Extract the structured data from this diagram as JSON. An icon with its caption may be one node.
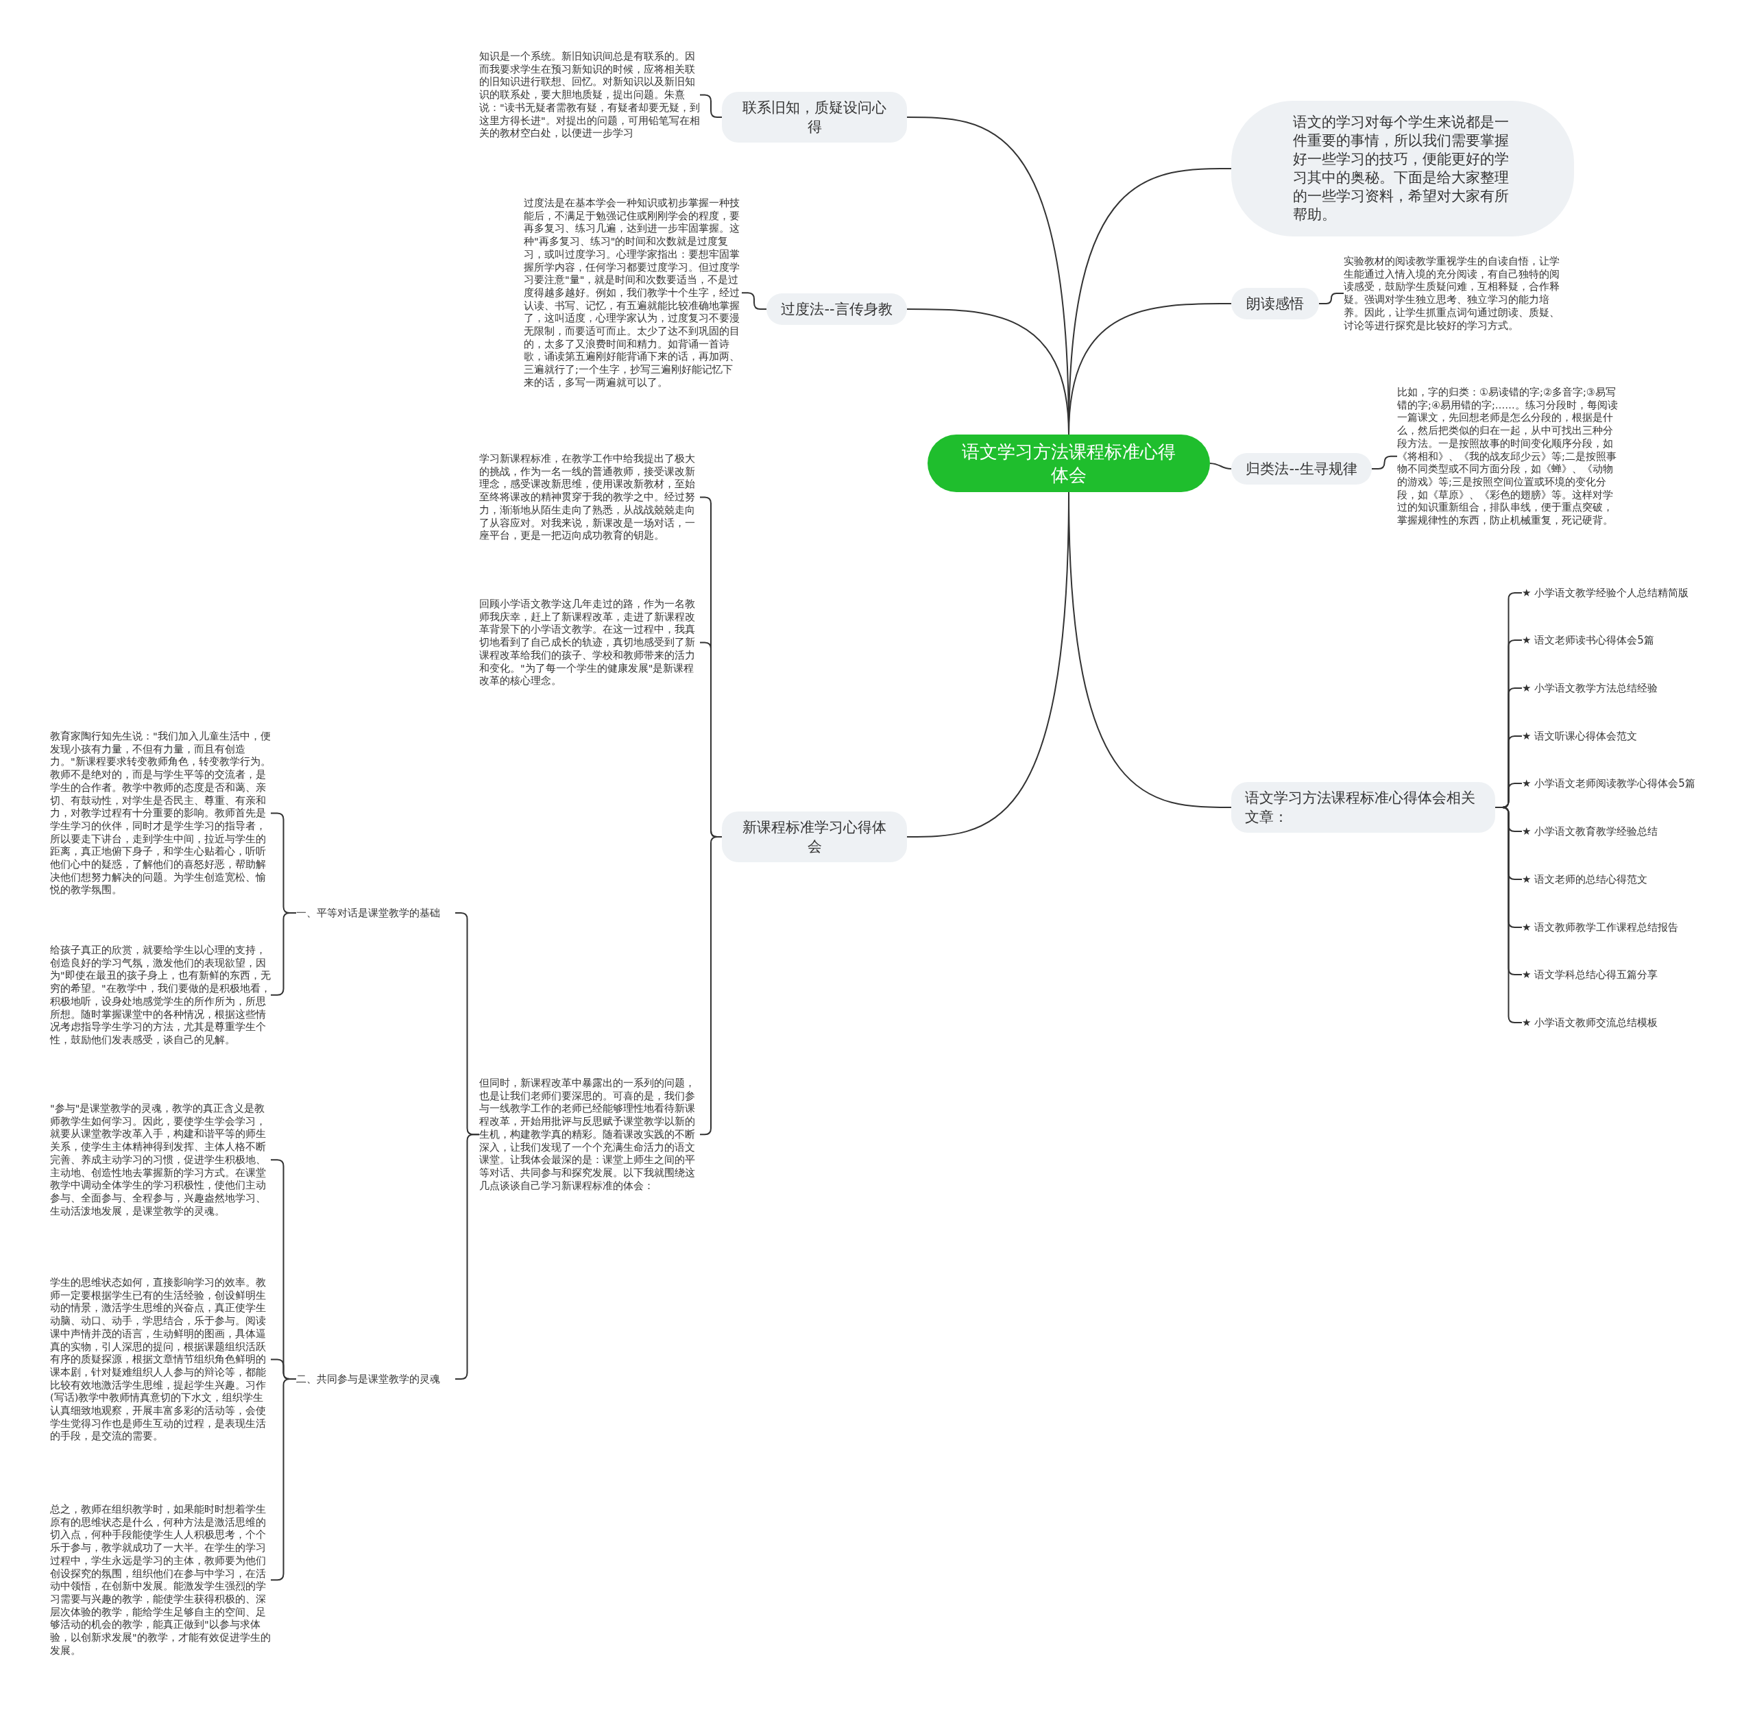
{
  "diagram": {
    "nodes": [
      {
        "text": [
          "语文学习方法课程标准心得体会"
        ]
      },
      {
        "text": [
          "联系旧知，质疑设问心得"
        ]
      },
      {
        "text": [
          "知识是一个系统。新旧知识间总是有联系的。因而我要求学生在预习新知识的时候，应将相关联的旧知识进行联想、回忆。对新知识以及新旧知识的联系处，要大胆地质疑，提出问题。朱熹说：\"读书无疑者需教有疑，有疑者却要无疑，到这里方得长进\"。对提出的问题，可用铅笔写在相关的教材空白处，以便进一步学习"
        ]
      },
      {
        "text": [
          "过度法--言传身教"
        ]
      },
      {
        "text": [
          "过度法是在基本学会一种知识或初步掌握一种技能后，不满足于勉强记住或刚刚学会的程度，要再多复习、练习几遍，达到进一步牢固掌握。这种\"再多复习、练习\"的时间和次数就是过度复习，或叫过度学习。心理学家指出：要想牢固掌握所学内容，任何学习都要过度学习。但过度学习要注意\"量\"，就是时间和次数要适当，不是过度得越多越好。例如，我们教学十个生字，经过认读、书写、记忆，有五遍就能比较准确地掌握了，这叫适度，心理学家认为，过度复习不要漫无限制，而要适可而止。太少了达不到巩固的目的，太多了又浪费时间和精力。如背诵一首诗歌，诵读第五遍刚好能背诵下来的话，再加两、三遍就行了;一个生字，抄写三遍刚好能记忆下来的话，多写一两遍就可以了。"
        ]
      },
      {
        "text": [
          "新课程标准学习心得体会"
        ]
      },
      {
        "text": [
          "学习新课程标准，在教学工作中给我提出了极大的挑战，作为一名一线的普通教师，接受课改新理念，感受课改新思维，使用课改新教材，至始至终将课改的精神贯穿于我的教学之中。经过努力，渐渐地从陌生走向了熟悉，从战战兢兢走向了从容应对。对我来说，新课改是一场对话，一座平台，更是一把迈向成功教育的钥匙。"
        ]
      },
      {
        "text": [
          "回顾小学语文教学这几年走过的路，作为一名教师我庆幸，赶上了新课程改革，走进了新课程改革背景下的小学语文教学。在这一过程中，我真切地看到了自己成长的轨迹，真切地感受到了新课程改革给我们的孩子、学校和教师带来的活力和变化。\"为了每一个学生的健康发展\"是新课程改革的核心理念。"
        ]
      },
      {
        "text": [
          "一、平等对话是课堂教学的基础"
        ]
      },
      {
        "text": [
          "教育家陶行知先生说：\"我们加入儿童生活中，便发现小孩有力量，不但有力量，而且有创造力。\"新课程要求转变教师角色，转变教学行为。教师不是绝对的，而是与学生平等的交流者，是学生的合作者。教学中教师的态度是否和蔼、亲切、有鼓动性，对学生是否民主、尊重、有亲和力，对教学过程有十分重要的影响。教师首先是学生学习的伙伴，同时才是学生学习的指导者，所以要走下讲台，走到学生中间，拉近与学生的距离，真正地俯下身子，和学生心贴着心，听听他们心中的疑惑，了解他们的喜怒好恶，帮助解决他们想努力解决的问题。为学生创造宽松、愉悦的教学氛围。"
        ]
      },
      {
        "text": [
          "给孩子真正的欣赏，就要给学生以心理的支持，创造良好的学习气氛，激发他们的表现欲望，因为\"即使在最丑的孩子身上，也有新鲜的东西，无穷的希望。\"在教学中，我们要做的是积极地看，积极地听，设身处地感觉学生的所作所为，所思所想。随时掌握课堂中的各种情况，根据这些情况考虑指导学生学习的方法，尤其是尊重学生个性，鼓励他们发表感受，谈自己的见解。"
        ]
      },
      {
        "text": [
          "二、共同参与是课堂教学的灵魂"
        ]
      },
      {
        "text": [
          "\"参与\"是课堂教学的灵魂，教学的真正含义是教师教学生如何学习。因此，要使学生学会学习，就要从课堂教学改革入手，构建和谐平等的师生关系，使学生主体精神得到发挥、主体人格不断完善、养成主动学习的习惯，促进学生积极地、主动地、创造性地去掌握新的学习方式。在课堂教学中调动全体学生的学习积极性，使他们主动参与、全面参与、全程参与，兴趣盎然地学习、生动活泼地发展，是课堂教学的灵魂。"
        ]
      },
      {
        "text": [
          "学生的思维状态如何，直接影响学习的效率。教师一定要根据学生已有的生活经验，创设鲜明生动的情景，激活学生思维的兴奋点，真正使学生动脑、动口、动手，学思结合，乐于参与。阅读课中声情并茂的语言，生动鲜明的图画，具体逼真的实物，引人深思的提问，根据课题组织活跃有序的质疑探源，根据文章情节组织角色鲜明的课本剧，针对疑难组织人人参与的辩论等，都能比较有效地激活学生思维，提起学生兴趣。习作(写话)教学中教师情真意切的下水文，组织学生认真细致地观察，开展丰富多彩的活动等，会使学生觉得习作也是师生互动的过程，是表现生活的手段，是交流的需要。"
        ]
      },
      {
        "text": [
          "总之，教师在组织教学时，如果能时时想着学生原有的思维状态是什么，何种方法是激活思维的切入点，何种手段能使学生人人积极思考，个个乐于参与，教学就成功了一大半。在学生的学习过程中，学生永远是学习的主体，教师要为他们创设探究的氛围，组织他们在参与中学习，在活动中领悟，在创新中发展。能激发学生强烈的学习需要与兴趣的教学，能使学生获得积极的、深层次体验的教学，能给学生足够自主的空间、足够活动的机会的教学，能真正做到\"以参与求体验，以创新求发展\"的教学，才能有效促进学生的发展。"
        ]
      },
      {
        "text": [
          "但同时，新课程改革中暴露出的一系列的问题，也是让我们老师们要深思的。可喜的是，我们参与一线教学工作的老师已经能够理性地看待新课程改革，开始用批评与反思赋予课堂教学以新的生机，构建教学真的精彩。随着课改实践的不断深入，让我们发现了一个个充满生命活力的语文课堂。让我体会最深的是：课堂上师生之间的平等对话、共同参与和探究发展。以下我就围绕这几点谈谈自己学习新课程标准的体会："
        ]
      },
      {
        "text": [
          "语文的学习对每个学生来说都是一件重要的事情，所以我们需要掌握好一些学习的技巧，便能更好的学习其中的奥秘。下面是给大家整理的一些学习资料，希望对大家有所帮助。"
        ]
      },
      {
        "text": [
          "朗读感悟"
        ]
      },
      {
        "text": [
          "实验教材的阅读教学重视学生的自读自悟，让学生能通过入情入境的充分阅读，有自己独特的阅读感受，鼓励学生质疑问难，互相释疑，合作释疑。强调对学生独立思考、独立学习的能力培养。因此，让学生抓重点词句通过朗读、质疑、讨论等进行探究是比较好的学习方式。"
        ]
      },
      {
        "text": [
          "归类法--生寻规律"
        ]
      },
      {
        "text": [
          "比如，字的归类：①易读错的字;②多音字;③易写错的字;④易用错的字;……。练习分段时，每阅读一篇课文，先回想老师是怎么分段的，根据是什么，然后把类似的归在一起，从中可找出三种分段方法。一是按照故事的时间变化顺序分段，如《将相和》、《我的战友邱少云》等;二是按照事物不同类型或不同方面分段，如《蝉》、《动物的游戏》等;三是按照空间位置或环境的变化分段，如《草原》、《彩色的翅膀》等。这样对学过的知识重新组合，排队串线，便于重点突破，掌握规律性的东西，防止机械重复，死记硬背。"
        ]
      },
      {
        "text": [
          "语文学习方法课程标准心得体会相关文章："
        ]
      },
      {
        "text": [
          "★ 小学语文教学经验个人总结精简版"
        ]
      },
      {
        "text": [
          "★ 语文老师读书心得体会5篇"
        ]
      },
      {
        "text": [
          "★ 小学语文教学方法总结经验"
        ]
      },
      {
        "text": [
          "★ 语文听课心得体会范文"
        ]
      },
      {
        "text": [
          "★ 小学语文老师阅读教学心得体会5篇"
        ]
      },
      {
        "text": [
          "★ 小学语文教育教学经验总结"
        ]
      },
      {
        "text": [
          "★ 语文老师的总结心得范文"
        ]
      },
      {
        "text": [
          "★ 语文教师教学工作课程总结报告"
        ]
      },
      {
        "text": [
          "★ 语文学科总结心得五篇分享"
        ]
      },
      {
        "text": [
          "★ 小学语文教师交流总结模板"
        ]
      }
    ],
    "edges": [
      {
        "from": 0,
        "to": 1,
        "arrow": "none"
      },
      {
        "from": 1,
        "to": 2,
        "arrow": "none"
      },
      {
        "from": 0,
        "to": 3,
        "arrow": "none"
      },
      {
        "from": 3,
        "to": 4,
        "arrow": "none"
      },
      {
        "from": 0,
        "to": 5,
        "arrow": "none"
      },
      {
        "from": 5,
        "to": 6,
        "arrow": "none"
      },
      {
        "from": 5,
        "to": 7,
        "arrow": "none"
      },
      {
        "from": 5,
        "to": 15,
        "arrow": "none"
      },
      {
        "from": 15,
        "to": 8,
        "arrow": "none"
      },
      {
        "from": 15,
        "to": 11,
        "arrow": "none"
      },
      {
        "from": 8,
        "to": 9,
        "arrow": "none"
      },
      {
        "from": 8,
        "to": 10,
        "arrow": "none"
      },
      {
        "from": 11,
        "to": 12,
        "arrow": "none"
      },
      {
        "from": 11,
        "to": 13,
        "arrow": "none"
      },
      {
        "from": 11,
        "to": 14,
        "arrow": "none"
      },
      {
        "from": 0,
        "to": 16,
        "arrow": "none"
      },
      {
        "from": 0,
        "to": 17,
        "arrow": "none"
      },
      {
        "from": 17,
        "to": 18,
        "arrow": "none"
      },
      {
        "from": 0,
        "to": 19,
        "arrow": "none"
      },
      {
        "from": 19,
        "to": 20,
        "arrow": "none"
      },
      {
        "from": 0,
        "to": 21,
        "arrow": "none"
      },
      {
        "from": 21,
        "to": 22,
        "arrow": "none"
      },
      {
        "from": 21,
        "to": 23,
        "arrow": "none"
      },
      {
        "from": 21,
        "to": 24,
        "arrow": "none"
      },
      {
        "from": 21,
        "to": 25,
        "arrow": "none"
      },
      {
        "from": 21,
        "to": 26,
        "arrow": "none"
      },
      {
        "from": 21,
        "to": 27,
        "arrow": "none"
      },
      {
        "from": 21,
        "to": 28,
        "arrow": "none"
      },
      {
        "from": 21,
        "to": 29,
        "arrow": "none"
      },
      {
        "from": 21,
        "to": 30,
        "arrow": "none"
      },
      {
        "from": 21,
        "to": 31,
        "arrow": "none"
      }
    ]
  }
}
